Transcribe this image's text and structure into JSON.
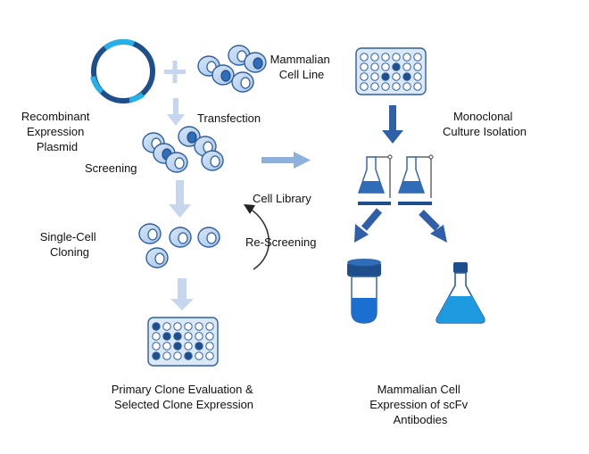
{
  "labels": {
    "plasmid": [
      "Recombinant",
      "Expression",
      "Plasmid"
    ],
    "cell_line": [
      "Mammalian",
      "Cell Line"
    ],
    "transfection": "Transfection",
    "screening": "Screening",
    "single_cell": [
      "Single-Cell",
      "Cloning"
    ],
    "cell_library": "Cell Library",
    "rescreening": "Re-Screening",
    "primary_eval": [
      "Primary Clone Evaluation &",
      "Selected Clone Expression"
    ],
    "monoclonal": [
      "Monoclonal",
      "Culture Isolation"
    ],
    "expression": [
      "Mammalian Cell",
      "Expression of scFv",
      "Antibodies"
    ]
  },
  "icons": {
    "plasmid": "plasmid-ring-icon",
    "cells": "cell-icon",
    "plate": "well-plate-icon",
    "flask": "erlenmeyer-flask-icon",
    "tube": "culture-tube-icon",
    "arrow": "arrow-icon"
  },
  "colors": {
    "dark_blue": "#1f4e8c",
    "mid_blue": "#2f6db8",
    "light_blue": "#c9dcf2",
    "pale_arrow": "#c5d6ee",
    "medium_arrow": "#8fb0dc",
    "bright_liquid": "#1e9be0"
  }
}
